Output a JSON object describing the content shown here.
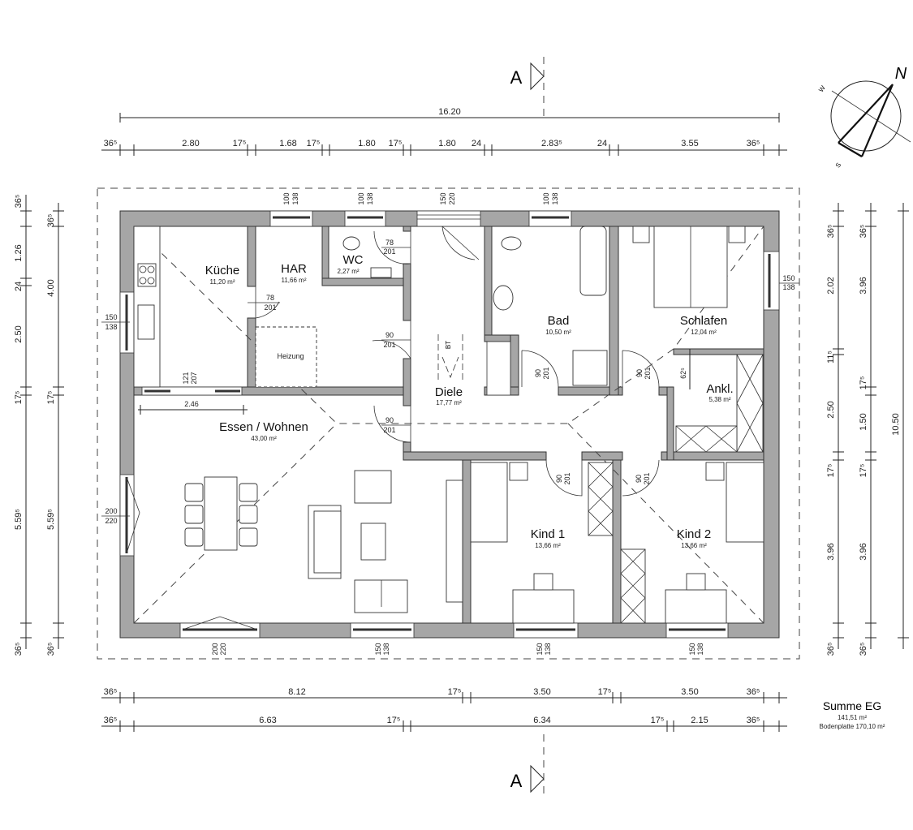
{
  "section_marker": {
    "label": "A"
  },
  "compass": {
    "north": "N",
    "west": "W",
    "south": "S"
  },
  "dims_top": {
    "total": "16.20",
    "segments": [
      "36⁵",
      "2.80",
      "17⁵",
      "1.68",
      "17⁵",
      "1.80",
      "17⁵",
      "1.80",
      "24",
      "2.83⁵",
      "24",
      "3.55",
      "36⁵"
    ]
  },
  "dims_bottom_1": [
    "36⁵",
    "8.12",
    "17⁵",
    "3.50",
    "17⁵",
    "3.50",
    "36⁵"
  ],
  "dims_bottom_2": [
    "36⁵",
    "6.63",
    "17⁵",
    "6.34",
    "17⁵",
    "2.15",
    "36⁵"
  ],
  "dims_left_1": [
    "36⁵",
    "1.26",
    "24",
    "2.50",
    "17⁵",
    "5.59⁵",
    "36⁵"
  ],
  "dims_left_2": [
    "36⁵",
    "4.00",
    "17⁵",
    "5.59⁵",
    "36⁵"
  ],
  "dims_right_1": [
    "36⁵",
    "2.02",
    "11⁵",
    "2.50",
    "17⁵",
    "3.96",
    "36⁵"
  ],
  "dims_right_2": [
    "36⁵",
    "3.96",
    "17⁵",
    "1.50",
    "17⁵",
    "3.96",
    "36⁵"
  ],
  "dims_right_total": "10.50",
  "rooms": [
    {
      "name": "Küche",
      "area": "11,20 m²"
    },
    {
      "name": "HAR",
      "area": "11,66 m²"
    },
    {
      "name": "WC",
      "area": "2,27 m²"
    },
    {
      "name": "Diele",
      "area": "17,77 m²"
    },
    {
      "name": "Bad",
      "area": "10,50 m²"
    },
    {
      "name": "Schlafen",
      "area": "12,04 m²"
    },
    {
      "name": "Ankl.",
      "area": "5,38 m²"
    },
    {
      "name": "Essen / Wohnen",
      "area": "43,00 m²"
    },
    {
      "name": "Kind 1",
      "area": "13,66 m²"
    },
    {
      "name": "Kind 2",
      "area": "13,66 m²"
    }
  ],
  "heating_label": "Heizung",
  "stair_label": "BT",
  "kitchen_dim": "2.46",
  "ankl_dim": "62⁵",
  "doors": {
    "d78": [
      "78",
      "201"
    ],
    "d90": [
      "90",
      "201"
    ],
    "d121": [
      "121",
      "207"
    ]
  },
  "windows": {
    "w100": [
      "100",
      "138"
    ],
    "w150_220": [
      "150",
      "220"
    ],
    "w150": [
      "150",
      "138"
    ],
    "w200": [
      "200",
      "220"
    ]
  },
  "summary": {
    "title": "Summe EG",
    "area": "141,51 m²",
    "slab": "Bodenplatte 170,10 m²"
  }
}
